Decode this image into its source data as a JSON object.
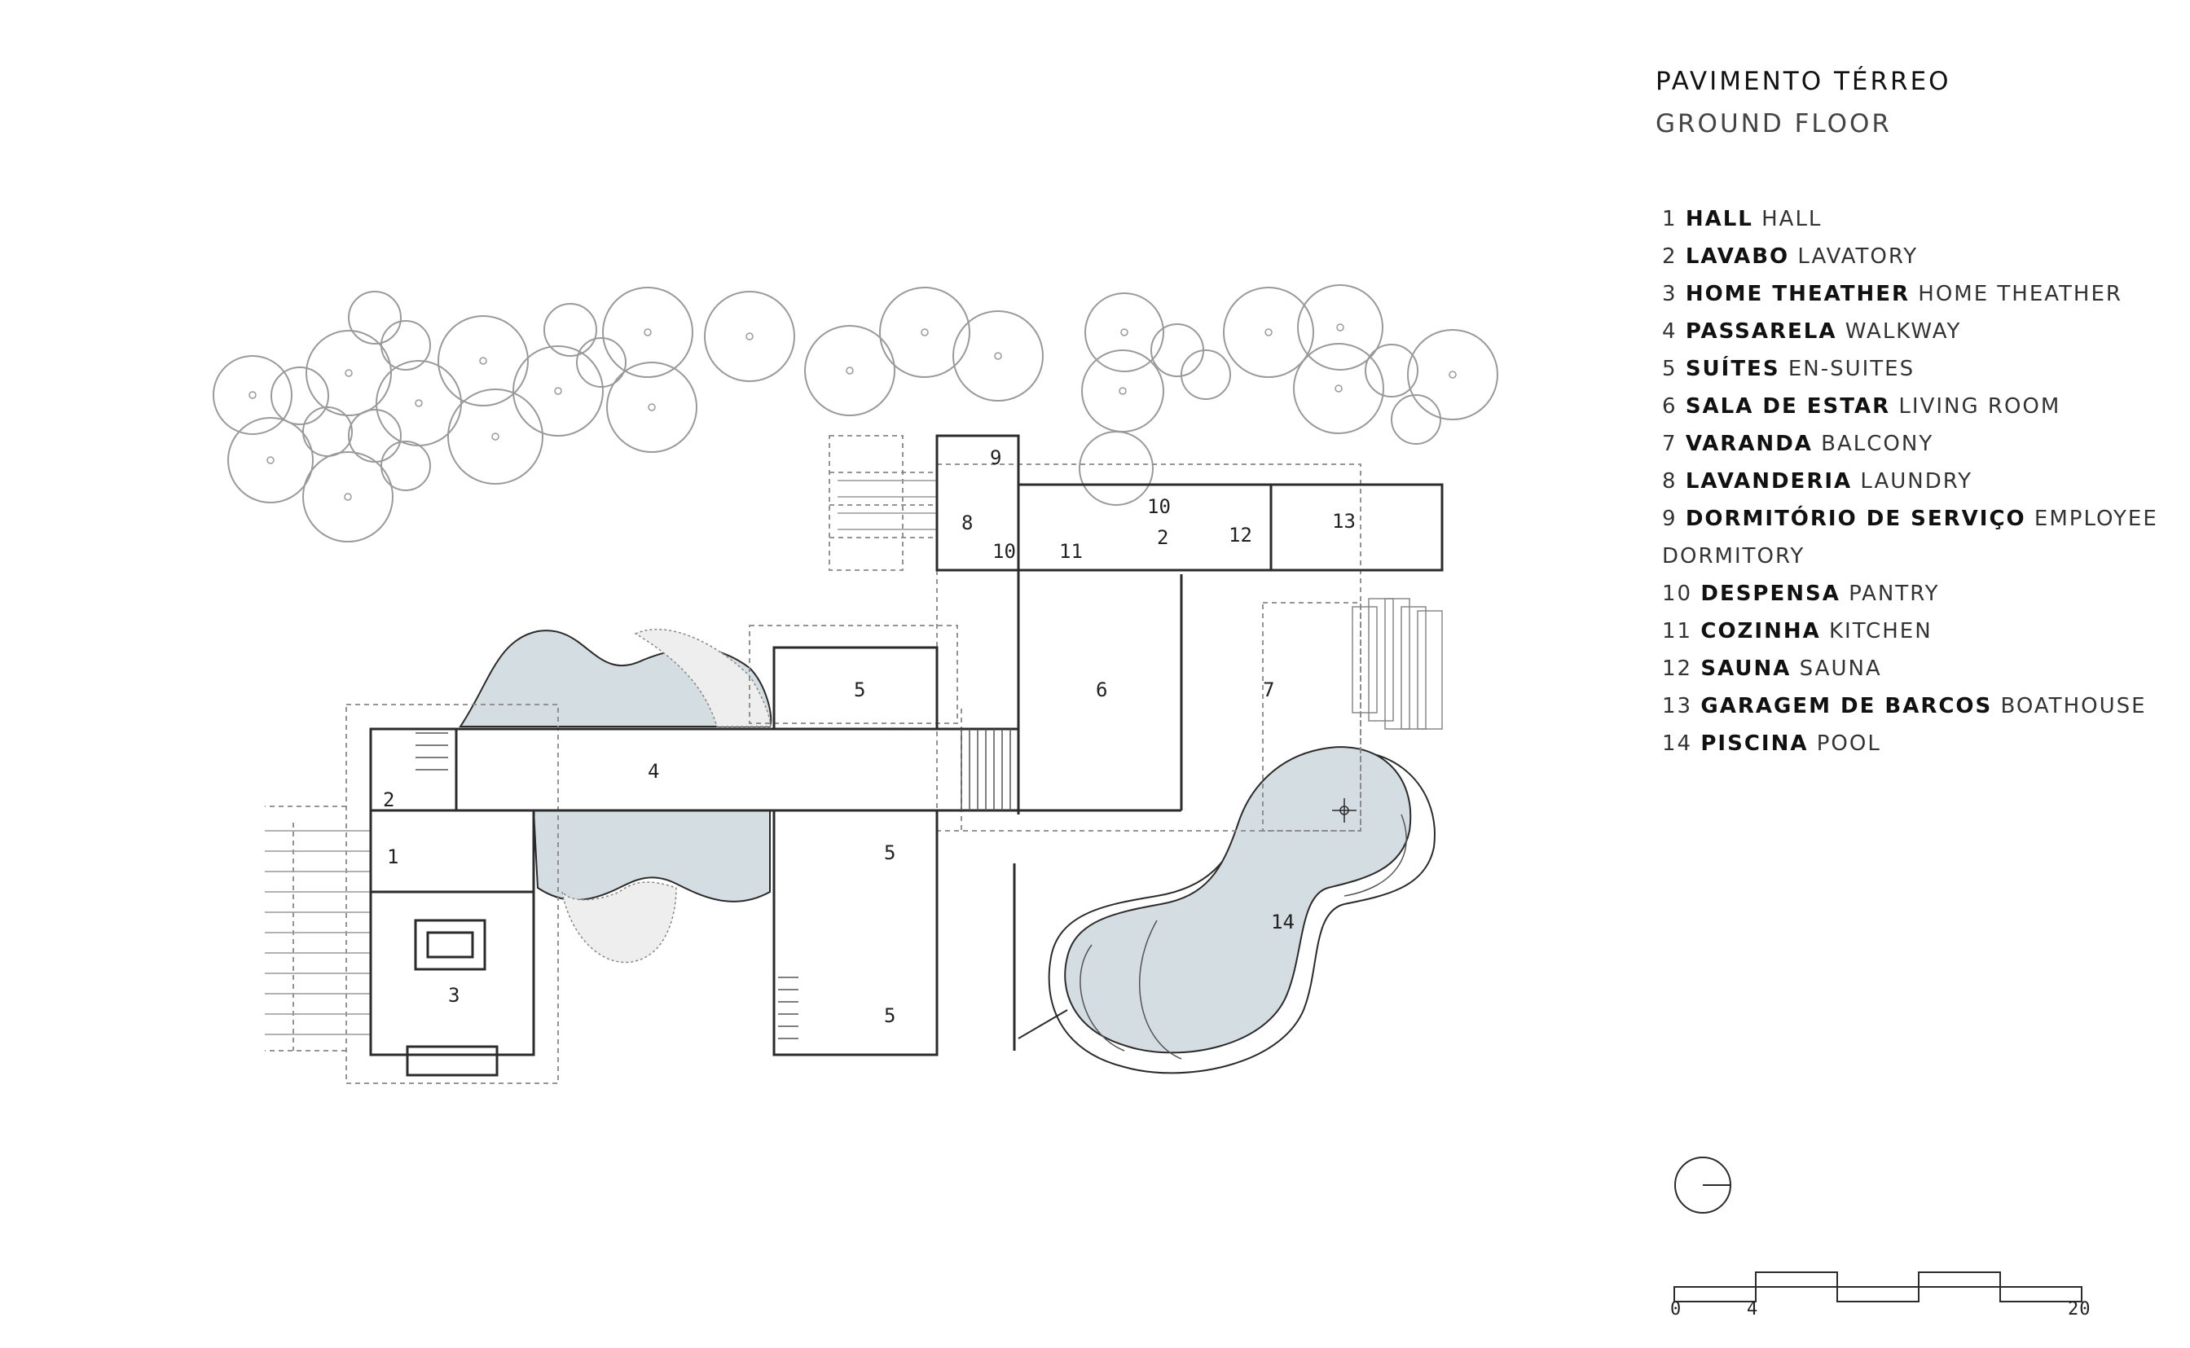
{
  "header": {
    "title": "PAVIMENTO TÉRREO",
    "subtitle": "GROUND FLOOR"
  },
  "legend": [
    {
      "num": "1",
      "pt": "HALL",
      "en": "HALL"
    },
    {
      "num": "2",
      "pt": "LAVABO",
      "en": "LAVATORY"
    },
    {
      "num": "3",
      "pt": "HOME THEATHER",
      "en": "HOME THEATHER"
    },
    {
      "num": "4",
      "pt": "PASSARELA",
      "en": "WALKWAY"
    },
    {
      "num": "5",
      "pt": "SUÍTES",
      "en": "EN-SUITES"
    },
    {
      "num": "6",
      "pt": "SALA DE ESTAR",
      "en": "LIVING ROOM"
    },
    {
      "num": "7",
      "pt": "VARANDA",
      "en": "BALCONY"
    },
    {
      "num": "8",
      "pt": "LAVANDERIA",
      "en": "LAUNDRY"
    },
    {
      "num": "9",
      "pt": "DORMITÓRIO DE SERVIÇO",
      "en": "EMPLOYEE DORMITORY"
    },
    {
      "num": "10",
      "pt": "DESPENSA",
      "en": "PANTRY"
    },
    {
      "num": "11",
      "pt": "COZINHA",
      "en": "KITCHEN"
    },
    {
      "num": "12",
      "pt": "SAUNA",
      "en": "SAUNA"
    },
    {
      "num": "13",
      "pt": "GARAGEM DE BARCOS",
      "en": "BOATHOUSE"
    },
    {
      "num": "14",
      "pt": "PISCINA",
      "en": "POOL"
    }
  ],
  "plan_labels": {
    "hall": "1",
    "lavabo_a": "2",
    "lavabo_b": "2",
    "theater": "3",
    "walkway": "4",
    "suite_a": "5",
    "suite_b": "5",
    "suite_c": "5",
    "living": "6",
    "balcony": "7",
    "laundry": "8",
    "dorm": "9",
    "pantry_a": "10",
    "pantry_b": "10",
    "kitchen": "11",
    "sauna": "12",
    "boathouse": "13",
    "pool": "14"
  },
  "scale": {
    "labels": [
      "0",
      "4",
      "20"
    ]
  },
  "colors": {
    "water": "#d4dde2",
    "line": "#2b2b2b",
    "dashed": "#888888",
    "tree": "#9a9a9a"
  }
}
